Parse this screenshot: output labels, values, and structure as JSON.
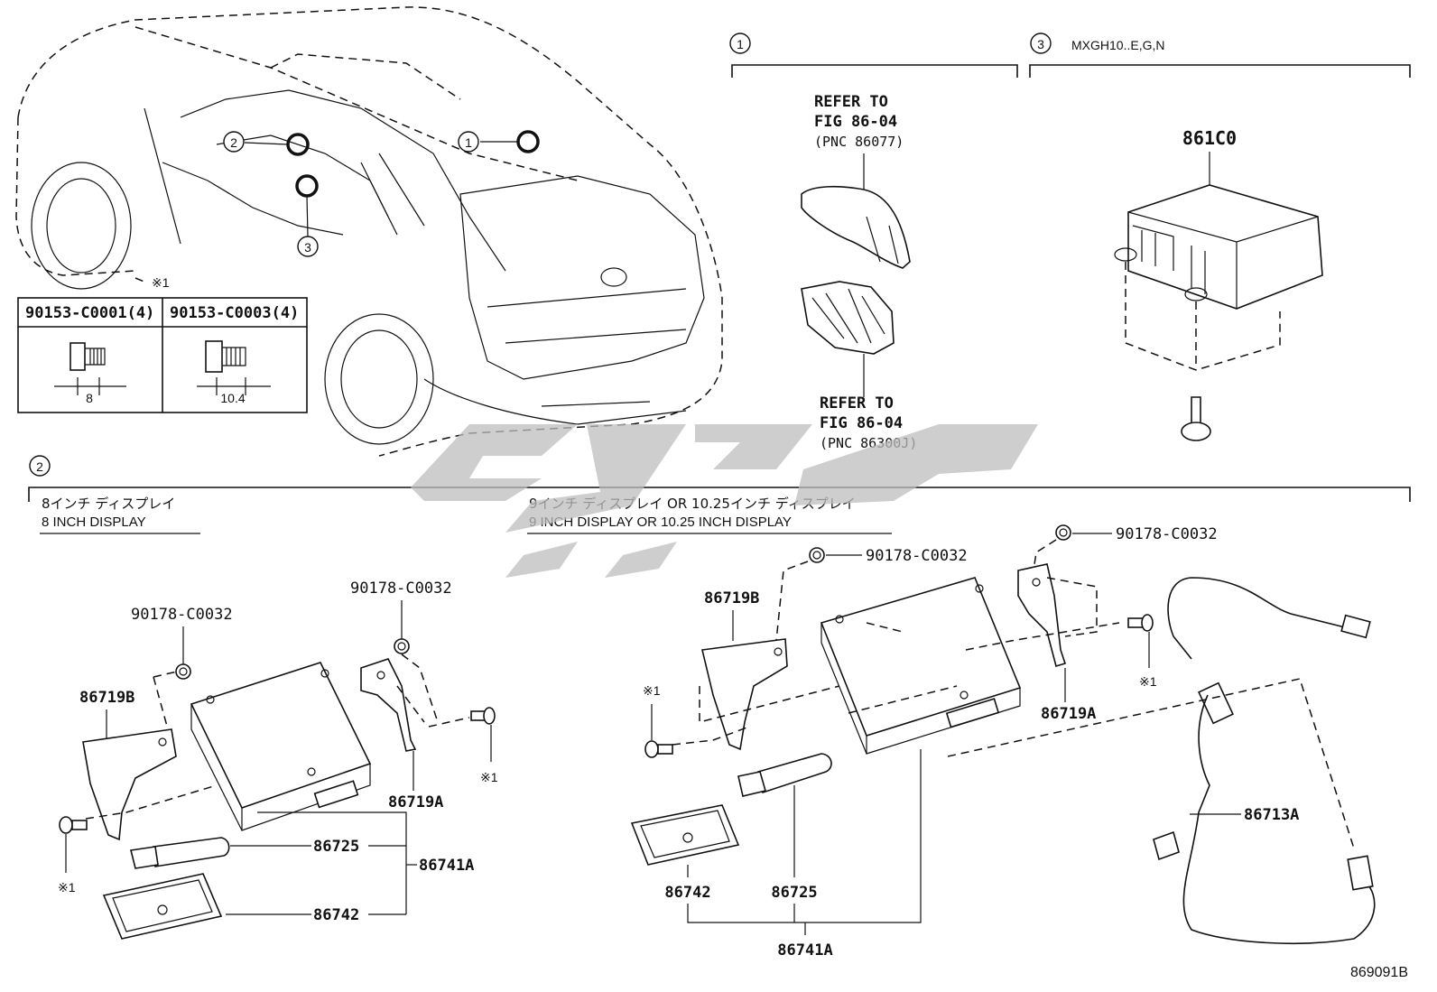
{
  "callouts": {
    "c1": "1",
    "c2": "2",
    "c3": "3"
  },
  "section3_variant": "MXGH10..E,G,N",
  "bolts": {
    "bolt1_part": "90153-C0001(4)",
    "bolt1_dim": "8",
    "bolt2_part": "90153-C0003(4)",
    "bolt2_dim": "10.4",
    "note_mark": "※1"
  },
  "antenna": {
    "ref1_line1": "REFER TO",
    "ref1_line2": "FIG 86-04",
    "ref1_line3": "(PNC 86077)",
    "ref2_line1": "REFER TO",
    "ref2_line2": "FIG 86-04",
    "ref2_line3": "(PNC 86300J)"
  },
  "module_part": "861C0",
  "display8": {
    "title_jp": "8インチ ディスプレイ",
    "title_en": "8 INCH DISPLAY",
    "nut": "90178-C0032",
    "nut2": "90178-C0032",
    "bracket_b": "86719B",
    "bracket_a": "86719A",
    "cylinder": "86725",
    "cover": "86742",
    "assy": "86741A",
    "note_a": "※1",
    "note_b": "※1"
  },
  "display9": {
    "title_jp": "9インチ ディスプレイ OR 10.25インチ ディスプレイ",
    "title_en": "9 INCH DISPLAY OR 10.25 INCH DISPLAY",
    "nut": "90178-C0032",
    "nut2": "90178-C0032",
    "bracket_b": "86719B",
    "bracket_a": "86719A",
    "cylinder": "86725",
    "cover": "86742",
    "assy": "86741A",
    "cable": "86713A",
    "note_a": "※1",
    "note_b": "※1"
  },
  "figure_id": "869091B"
}
